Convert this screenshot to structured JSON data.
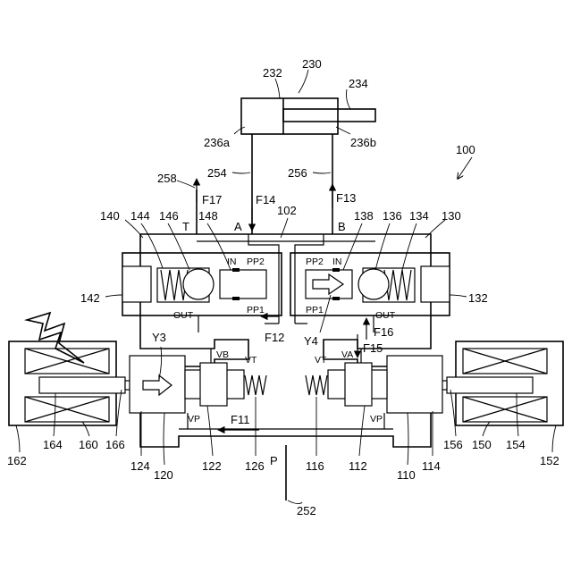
{
  "figure": {
    "ref_100": "100",
    "actuator": {
      "ref_230": "230",
      "ref_232": "232",
      "ref_234": "234",
      "ref_236a": "236a",
      "ref_236b": "236b"
    },
    "lines": {
      "ref_254": "254",
      "ref_256": "256",
      "ref_258": "258",
      "ref_252": "252",
      "ref_102": "102"
    },
    "ports": {
      "A": "A",
      "B": "B",
      "T": "T",
      "P": "P"
    },
    "forces": {
      "F11": "F11",
      "F12": "F12",
      "F13": "F13",
      "F14": "F14",
      "F15": "F15",
      "F16": "F16",
      "F17": "F17"
    },
    "left_check_valve": {
      "ref_140": "140",
      "ref_142": "142",
      "ref_144": "144",
      "ref_146": "146",
      "ref_148": "148",
      "IN": "IN",
      "PP2": "PP2",
      "PP1": "PP1",
      "OUT": "OUT"
    },
    "right_check_valve": {
      "ref_130": "130",
      "ref_132": "132",
      "ref_134": "134",
      "ref_136": "136",
      "ref_138": "138",
      "IN": "IN",
      "PP2": "PP2",
      "PP1": "PP1",
      "OUT": "OUT"
    },
    "left_spool": {
      "Y3": "Y3",
      "VB": "VB",
      "VT": "VT",
      "VP": "VP",
      "ref_120": "120",
      "ref_122": "122",
      "ref_124": "124",
      "ref_126": "126"
    },
    "right_spool": {
      "Y4": "Y4",
      "VA": "VA",
      "VT": "VT",
      "VP": "VP",
      "ref_110": "110",
      "ref_112": "112",
      "ref_114": "114",
      "ref_116": "116"
    },
    "left_solenoid": {
      "ref_160": "160",
      "ref_162": "162",
      "ref_164": "164",
      "ref_166": "166"
    },
    "right_solenoid": {
      "ref_150": "150",
      "ref_152": "152",
      "ref_154": "154",
      "ref_156": "156"
    }
  }
}
